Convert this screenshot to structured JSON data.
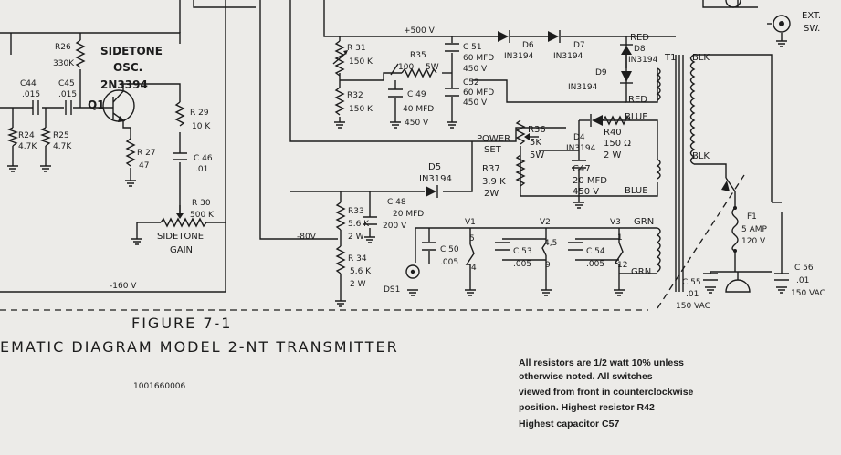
{
  "figure": {
    "number": "FIGURE 7-1",
    "title": "EMATIC DIAGRAM MODEL 2-NT TRANSMITTER",
    "doc_number": "1001660006"
  },
  "notes": {
    "line1": "All resistors are 1/2 watt 10% unless",
    "line2": "otherwise noted. All switches",
    "line3": "viewed from front in counterclockwise",
    "line4": "position. Highest resistor R42",
    "line5": "Highest capacitor C57"
  },
  "sidetone": {
    "osc_line1": "SIDETONE",
    "osc_line2": "OSC.",
    "transistor_type": "2N3394",
    "transistor_ref": "Q1",
    "gain_line1": "SIDETONE",
    "gain_line2": "GAIN"
  },
  "rails": {
    "plus500": "+500 V",
    "minus80": "-80V",
    "minus160": "-160 V"
  },
  "switch": {
    "line1": "EXT.",
    "line2": "SW."
  },
  "power_set": {
    "line1": "POWER",
    "line2": "SET"
  },
  "transformer": {
    "ref": "T1"
  },
  "wires": {
    "red_top": "RED",
    "red_bottom": "RED",
    "blue_top": "BLUE",
    "blue_bottom": "BLUE",
    "blk_top": "BLK",
    "blk_mid": "BLK",
    "grn_top": "GRN",
    "grn_bottom": "GRN"
  },
  "tubes": {
    "v1": "V1",
    "v2": "V2",
    "v3": "V3",
    "pin_v1_top": "5",
    "pin_v1_bottom": "4",
    "pin_v2_top": "4,5",
    "pin_v2_bottom": "9",
    "pin_v3_top": "1",
    "pin_v3_bottom": "12"
  },
  "lamp": {
    "ref": "DS1"
  },
  "fuse": {
    "ref": "F1",
    "rating": "5 AMP",
    "voltage": "120 V"
  },
  "resistors": {
    "r24": {
      "ref": "R24",
      "value": "4.7K"
    },
    "r25": {
      "ref": "R25",
      "value": "4.7K"
    },
    "r26": {
      "ref": "R26",
      "value": "330K"
    },
    "r27": {
      "ref": "R 27",
      "value": "47"
    },
    "r29": {
      "ref": "R 29",
      "value": "10 K"
    },
    "r30": {
      "ref": "R 30",
      "value": "500 K"
    },
    "r31": {
      "ref": "R 31",
      "value": "150 K"
    },
    "r32": {
      "ref": "R32",
      "value": "150 K"
    },
    "r33": {
      "ref": "R33",
      "value": "5.6 K",
      "power": "2 W"
    },
    "r34": {
      "ref": "R 34",
      "value": "5.6 K",
      "power": "2 W"
    },
    "r35": {
      "ref": "R35",
      "value": "100",
      "power": "5W"
    },
    "r36": {
      "ref": "R36",
      "value": "5K",
      "power": "5W"
    },
    "r37": {
      "ref": "R37",
      "value": "3.9 K",
      "power": "2W"
    },
    "r40": {
      "ref": "R40",
      "value": "150 Ω",
      "power": "2 W"
    }
  },
  "capacitors": {
    "c44": {
      "ref": "C44",
      "value": ".015"
    },
    "c45": {
      "ref": "C45",
      "value": ".015"
    },
    "c46": {
      "ref": "C 46",
      "value": ".01"
    },
    "c47": {
      "ref": "C47",
      "value": "20 MFD",
      "voltage": "450 V"
    },
    "c48": {
      "ref": "C 48",
      "value": "20 MFD",
      "voltage": "200 V"
    },
    "c49": {
      "ref": "C 49",
      "value": "40 MFD",
      "voltage": "450 V"
    },
    "c50": {
      "ref": "C 50",
      "value": ".005"
    },
    "c51": {
      "ref": "C 51",
      "value": "60 MFD",
      "voltage": "450 V"
    },
    "c52": {
      "ref": "C52",
      "value": "60 MFD",
      "voltage": "450 V"
    },
    "c53": {
      "ref": "C 53",
      "value": ".005"
    },
    "c54": {
      "ref": "C 54",
      "value": ".005"
    },
    "c55": {
      "ref": "C 55",
      "value": ".01",
      "voltage": "150 VAC"
    },
    "c56": {
      "ref": "C 56",
      "value": ".01",
      "voltage": "150 VAC"
    }
  },
  "diodes": {
    "d4": {
      "ref": "D4",
      "type": "IN3194"
    },
    "d5": {
      "ref": "D5",
      "type": "IN3194"
    },
    "d6": {
      "ref": "D6",
      "type": "IN3194"
    },
    "d7": {
      "ref": "D7",
      "type": "IN3194"
    },
    "d8": {
      "ref": "D8",
      "type": "IN3194"
    },
    "d9": {
      "ref": "D9",
      "type": "IN3194"
    }
  },
  "colors": {
    "paper": "#ecebe8",
    "ink": "#1c1c1c"
  }
}
